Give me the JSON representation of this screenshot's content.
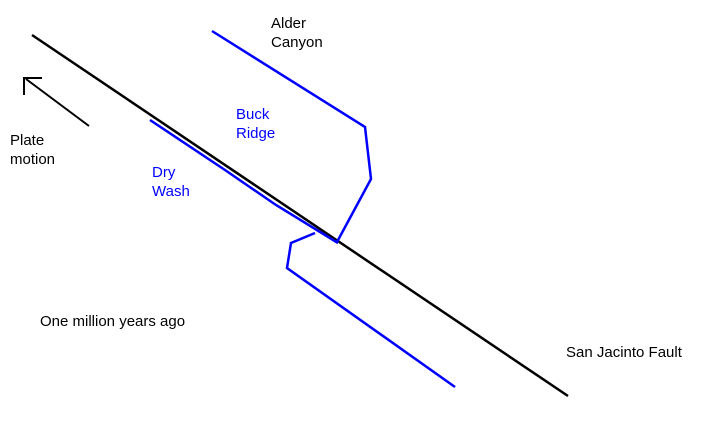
{
  "labels": {
    "alder_line1": "Alder",
    "alder_line2": "Canyon",
    "buck_line1": "Buck",
    "buck_line2": "Ridge",
    "dry_line1": "Dry",
    "dry_line2": "Wash",
    "plate_line1": "Plate",
    "plate_line2": "motion",
    "time": "One million years ago",
    "fault": "San Jacinto Fault"
  },
  "colors": {
    "fault": "#000000",
    "stream": "#0000ff",
    "text": "#000000",
    "stream_text": "#0000ff"
  }
}
